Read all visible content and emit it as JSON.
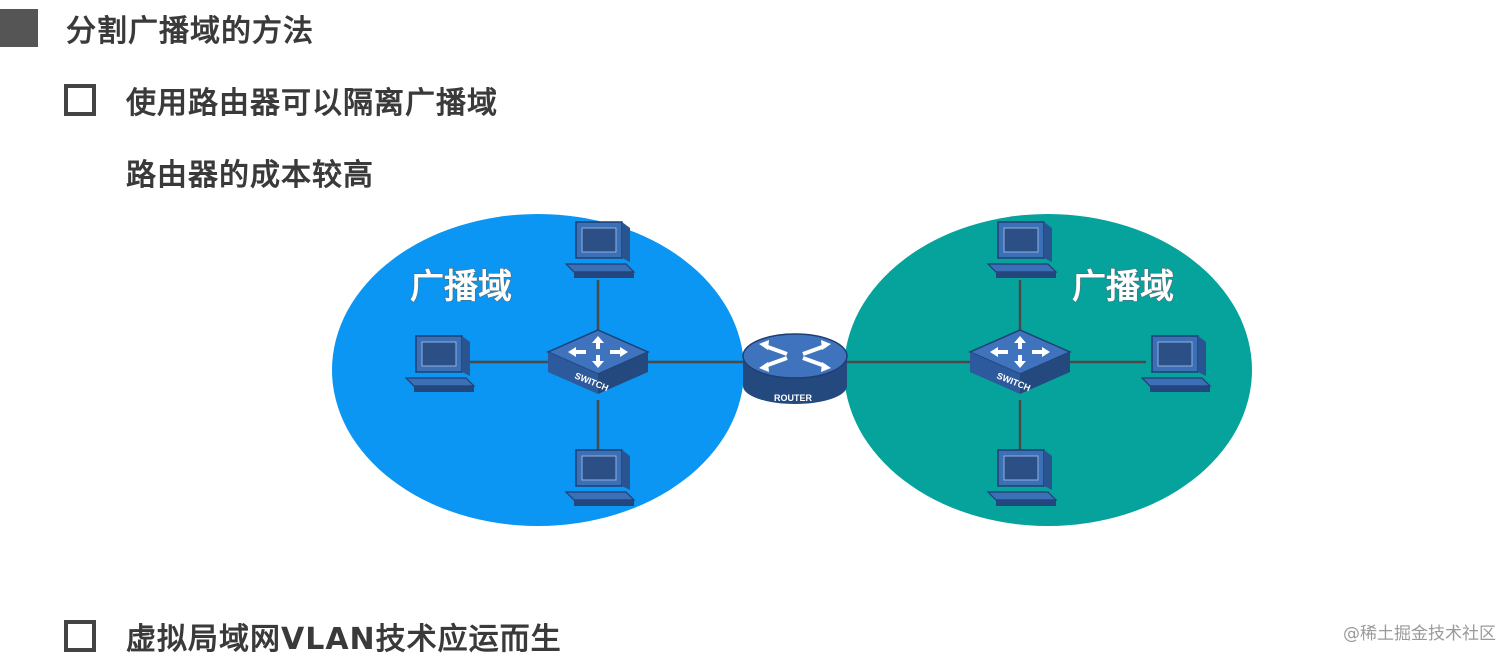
{
  "heading": {
    "text": "分割广播域的方法"
  },
  "bullets": [
    {
      "text": "使用路由器可以隔离广播域",
      "subtext": "路由器的成本较高"
    },
    {
      "text": "虚拟局域网VLAN技术应运而生"
    }
  ],
  "diagram": {
    "domains": [
      {
        "label": "广播域",
        "color": "#0a96f2"
      },
      {
        "label": "广播域",
        "color": "#06a29c"
      }
    ],
    "switch_label": "SWITCH",
    "router_label": "ROUTER",
    "device_color": "#3b6fb6"
  },
  "watermark": "@稀土掘金技术社区"
}
